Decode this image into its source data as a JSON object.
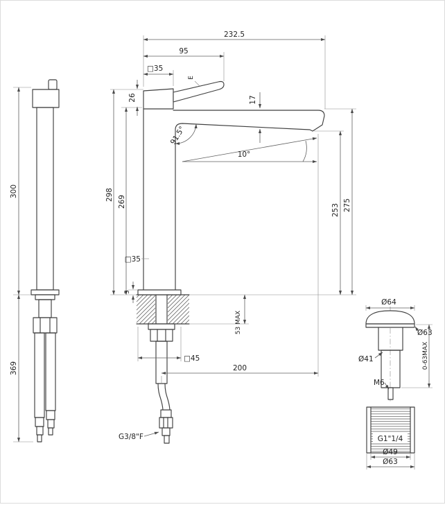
{
  "front_view": {
    "dim_overall_width": "232.5",
    "dim_handle_reach": "95",
    "dim_square_top": "□35",
    "dim_handle_height": "26",
    "label_e": "E",
    "dim_spout_thickness": "17",
    "angle_body_spout": "91.5°",
    "angle_spout_tilt": "10°",
    "dim_height_298": "298",
    "dim_height_269": "269",
    "dim_outlet_height": "253",
    "dim_spout_top_height": "275",
    "dim_square_body": "□35",
    "dim_base_plate": "5",
    "dim_deck_max": "53 MAX",
    "dim_square_base": "□45",
    "dim_projection": "200",
    "label_inlet_thread": "G3/8\"F"
  },
  "side_view": {
    "dim_body_height": "300",
    "dim_hose_length": "369"
  },
  "drain_view": {
    "dim_cap_diameter": "Ø64",
    "dim_flange_diameter": "Ø63",
    "dim_body_diameter": "Ø41",
    "label_stud_thread": "M6",
    "dim_clamp_range": "0-63MAX",
    "label_waste_thread": "G1\"1/4",
    "dim_inner_diameter": "Ø49",
    "dim_outer_diameter": "Ø63"
  }
}
